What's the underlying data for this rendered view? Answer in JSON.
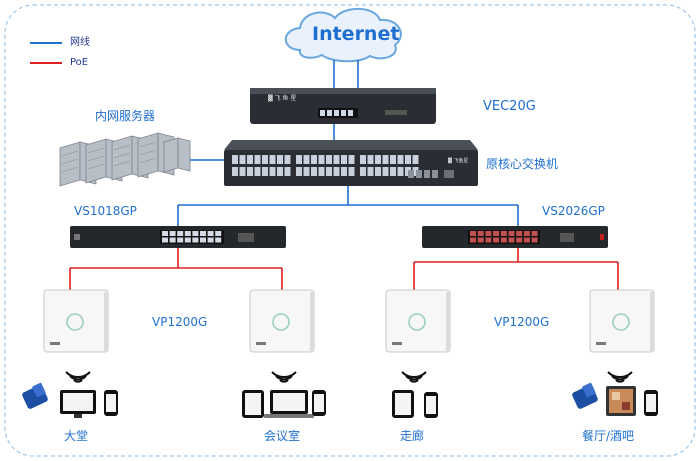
{
  "legend": {
    "items": [
      {
        "label": "网线",
        "color": "#1f6fd1"
      },
      {
        "label": "PoE",
        "color": "#e02020"
      }
    ]
  },
  "internet": {
    "label": "Internet"
  },
  "devices": {
    "gateway": {
      "label": "VEC20G"
    },
    "server": {
      "label": "内网服务器"
    },
    "core_switch": {
      "label": "原核心交换机"
    },
    "switch_left": {
      "label": "VS1018GP"
    },
    "switch_right": {
      "label": "VS2026GP"
    },
    "ap_group_left": {
      "label": "VP1200G"
    },
    "ap_group_right": {
      "label": "VP1200G"
    }
  },
  "areas": [
    {
      "label": "大堂"
    },
    {
      "label": "会议室"
    },
    {
      "label": "走廊"
    },
    {
      "label": "餐厅/酒吧"
    }
  ],
  "colors": {
    "network_cable": "#1f6fd1",
    "poe_cable": "#e02020",
    "border_dash": "#9ec6ea"
  }
}
